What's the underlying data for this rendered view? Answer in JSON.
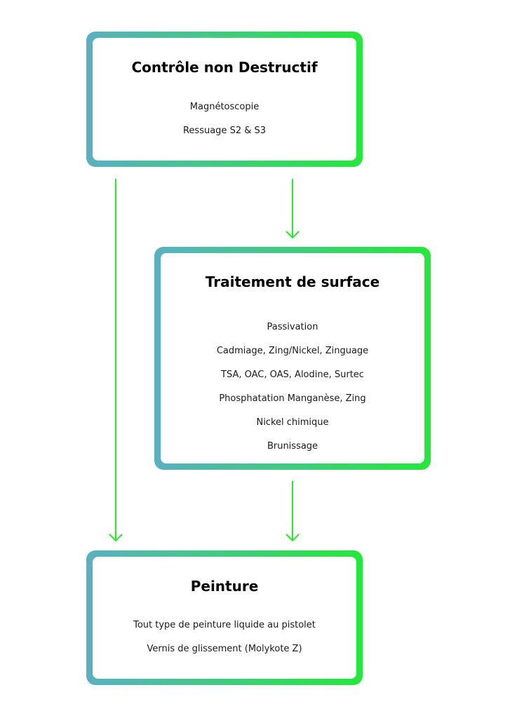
{
  "colors": {
    "gradient_start": "#5ab0c2",
    "gradient_end": "#24e83a",
    "arrow": "#22ee22"
  },
  "boxes": [
    {
      "title": "Contrôle non Destructif",
      "items": [
        "Magnétoscopie",
        "Ressuage S2 & S3"
      ]
    },
    {
      "title": "Traitement de surface",
      "items": [
        "Passivation",
        "Cadmiage, Zing/Nickel, Zinguage",
        "TSA, OAC, OAS, Alodine, Surtec",
        "Phosphatation Manganèse, Zing",
        "Nickel chimique",
        "Brunissage"
      ]
    },
    {
      "title": "Peinture",
      "items": [
        "Tout type de peinture liquide au pistolet",
        "Vernis de glissement (Molykote Z)"
      ]
    }
  ]
}
